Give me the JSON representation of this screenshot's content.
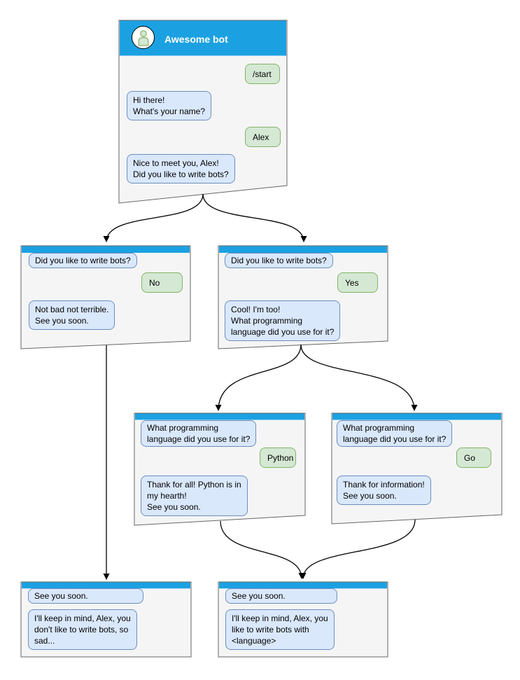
{
  "colors": {
    "header_blue": "#1BA1E2",
    "window_background": "#f5f5f5",
    "window_border": "#666666",
    "bot_bubble_background": "#dae8fc",
    "bot_bubble_border": "#6c8ebf",
    "user_bubble_background": "#d5e8d4",
    "user_bubble_border": "#82b366",
    "connector": "#000000",
    "title_text": "#ffffff"
  },
  "windows": {
    "start": {
      "title": "Awesome bot",
      "avatar_icon": "person-icon",
      "messages": {
        "user_start": "/start",
        "bot_greeting": "Hi there!\nWhat's your name?",
        "user_name": "Alex",
        "bot_question": "Nice to meet you, Alex!\nDid you like to write bots?"
      }
    },
    "branch_no": {
      "bot_question": "Did you like to write bots?",
      "user_answer": "No",
      "bot_reply": "Not bad not terrible.\nSee you soon."
    },
    "branch_yes": {
      "bot_question": "Did you like to write bots?",
      "user_answer": "Yes",
      "bot_reply": "Cool! I'm too!\nWhat programming\nlanguage did you use for it?"
    },
    "branch_python": {
      "bot_question": "What programming\nlanguage did you use for it?",
      "user_answer": "Python",
      "bot_reply": "Thank for all! Python is in\nmy hearth!\nSee you soon."
    },
    "branch_go": {
      "bot_question": "What programming\nlanguage did you use for it?",
      "user_answer": "Go",
      "bot_reply": "Thank for information!\nSee you soon."
    },
    "end_no": {
      "bot_message": "See you soon.",
      "bot_reply": "I'll keep in mind, Alex, you\ndon't like to write bots, so\nsad..."
    },
    "end_yes": {
      "bot_message": "See you soon.",
      "bot_reply": "I'll keep in mind, Alex, you\nlike to write bots with\n<language>"
    }
  },
  "flow_edges": [
    "start -> branch_no",
    "start -> branch_yes",
    "branch_yes -> branch_python",
    "branch_yes -> branch_go",
    "branch_no -> end_no",
    "branch_python -> end_yes",
    "branch_go -> end_yes"
  ]
}
